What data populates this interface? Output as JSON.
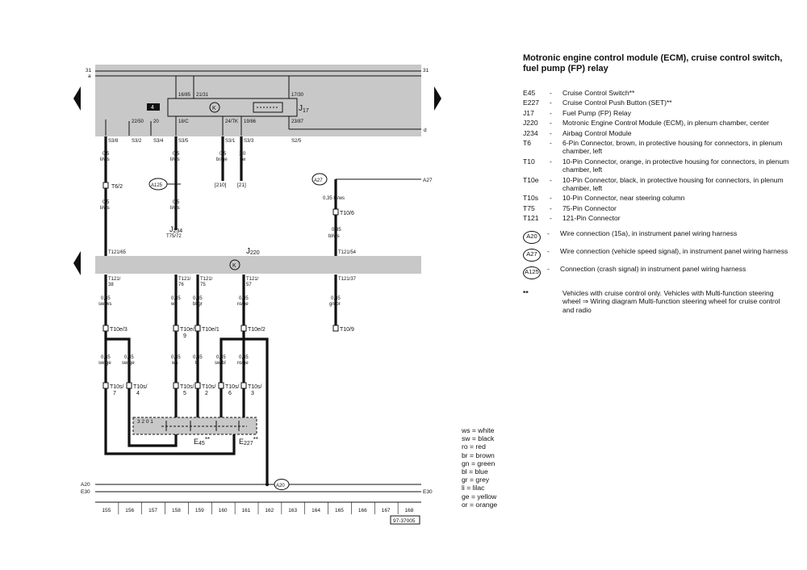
{
  "diagram": {
    "header_bands": [
      "31",
      "a"
    ],
    "band_right": "31",
    "relay_terminals": [
      "16/85",
      "21/31",
      "17/30",
      "18/C",
      "24/TK",
      "19/86",
      "23/87"
    ],
    "relay_box_label": "4",
    "relay_name": "J",
    "relay_sub": "17",
    "relay_symbol": "K",
    "fuse_terms": [
      "22/50",
      "20"
    ],
    "plenum_terms": [
      "S3/8",
      "S3/2",
      "S3/4",
      "S3/5",
      "S3/1",
      "S3/3",
      "S2/5"
    ],
    "d_label": "d",
    "wire_sizes_upper": [
      "0,5",
      "0,5",
      "0,5",
      "1,0"
    ],
    "wire_colors_upper": [
      "li/ws",
      "li/ws",
      "br/ge",
      "sw"
    ],
    "refs": [
      "[210]",
      "[21]"
    ],
    "t62": "T6/2",
    "left_wire_lower": [
      "0,5",
      "li/ws"
    ],
    "a125": "A125",
    "a125_wire": [
      "0,5",
      "li/ws"
    ],
    "j234": "J",
    "j234_sub": "234",
    "j234_pin": "T75/72",
    "a27": "A27",
    "a27_right": "A27",
    "a27_wire": [
      "0,35 bl/ws",
      "0,35",
      "bl/ws"
    ],
    "t106": "T10/6",
    "ecm_name": "J",
    "ecm_sub": "220",
    "ecm_symbol": "K",
    "ecm_pins_top": [
      "T121/65",
      "T121/54"
    ],
    "ecm_pins_bottom": [
      "T121/",
      "38",
      "T121/",
      "76",
      "T121/",
      "75",
      "T121/",
      "57",
      "T121/37"
    ],
    "mid_sizes": [
      "0,35",
      "0,35",
      "0,35",
      "0,35",
      "0,35"
    ],
    "mid_colors": [
      "sw/ws",
      "ws",
      "bl/gr",
      "ro/ge",
      "gn/br"
    ],
    "t10e": [
      "T10e/3",
      "T10e/",
      "9",
      "T10e/1",
      "T10e/2"
    ],
    "t109": "T10/9",
    "low_sizes": [
      "0,35",
      "0,35",
      "0,35",
      "0,35",
      "0,35",
      "0,35"
    ],
    "low_colors": [
      "sw/ge",
      "sw/ge",
      "ws",
      "bl",
      "sw/bl",
      "ro/ge"
    ],
    "t10s": [
      "T10s/",
      "7",
      "T10s/",
      "4",
      "T10s/",
      "5",
      "T10s/",
      "2",
      "T10s/",
      "6",
      "T10s/",
      "3"
    ],
    "switch_nums": "3 2 0 1",
    "e45": "E",
    "e45_sub": "45",
    "e227": "E",
    "e227_sub": "227",
    "stars": "**",
    "a20": "A20",
    "a20_left": "A20",
    "e30": "E30",
    "track_numbers": [
      "155",
      "156",
      "157",
      "158",
      "159",
      "160",
      "161",
      "162",
      "163",
      "164",
      "165",
      "166",
      "167",
      "168"
    ],
    "figure_id": "97-37005"
  },
  "legend": {
    "title": "Motronic engine control module (ECM), cruise control switch, fuel pump (FP) relay",
    "components": [
      {
        "code": "E45",
        "text": "Cruise Control Switch**"
      },
      {
        "code": "E227",
        "text": "Cruise Control Push Button (SET)**"
      },
      {
        "code": "J17",
        "text": "Fuel Pump (FP) Relay"
      },
      {
        "code": "J220",
        "text": "Motronic Engine Control Module (ECM), in plenum chamber, center"
      },
      {
        "code": "J234",
        "text": "Airbag Control Module"
      },
      {
        "code": "T6",
        "text": "6-Pin Connector, brown, in protective housing for connectors, in plenum chamber, left"
      },
      {
        "code": "T10",
        "text": "10-Pin Connector, orange, in protective housing for connectors, in plenum chamber, left"
      },
      {
        "code": "T10e",
        "text": "10-Pin Connector, black, in protective housing for connectors, in plenum chamber, left"
      },
      {
        "code": "T10s",
        "text": "10-Pin Connector, near steering column"
      },
      {
        "code": "T75",
        "text": "75-Pin Connector"
      },
      {
        "code": "T121",
        "text": "121-Pin Connector"
      }
    ],
    "connections": [
      {
        "code": "A20",
        "text": "Wire connection (15a), in instrument panel wiring harness"
      },
      {
        "code": "A27",
        "text": "Wire connection (vehicle speed signal), in instrument panel wiring harness"
      },
      {
        "code": "A125",
        "text": "Connection (crash signal) in instrument panel wiring harness"
      }
    ],
    "note_mark": "**",
    "note": "Vehicles with cruise control only. Vehicles with Multi-function steering wheel ⇒ Wiring diagram Multi-function steering wheel for cruise control and radio",
    "dash": "-"
  },
  "colors": [
    "ws = white",
    "sw = black",
    "ro = red",
    "br = brown",
    "gn = green",
    "bl = blue",
    "gr = grey",
    "li = lilac",
    "ge = yellow",
    "or = orange"
  ]
}
